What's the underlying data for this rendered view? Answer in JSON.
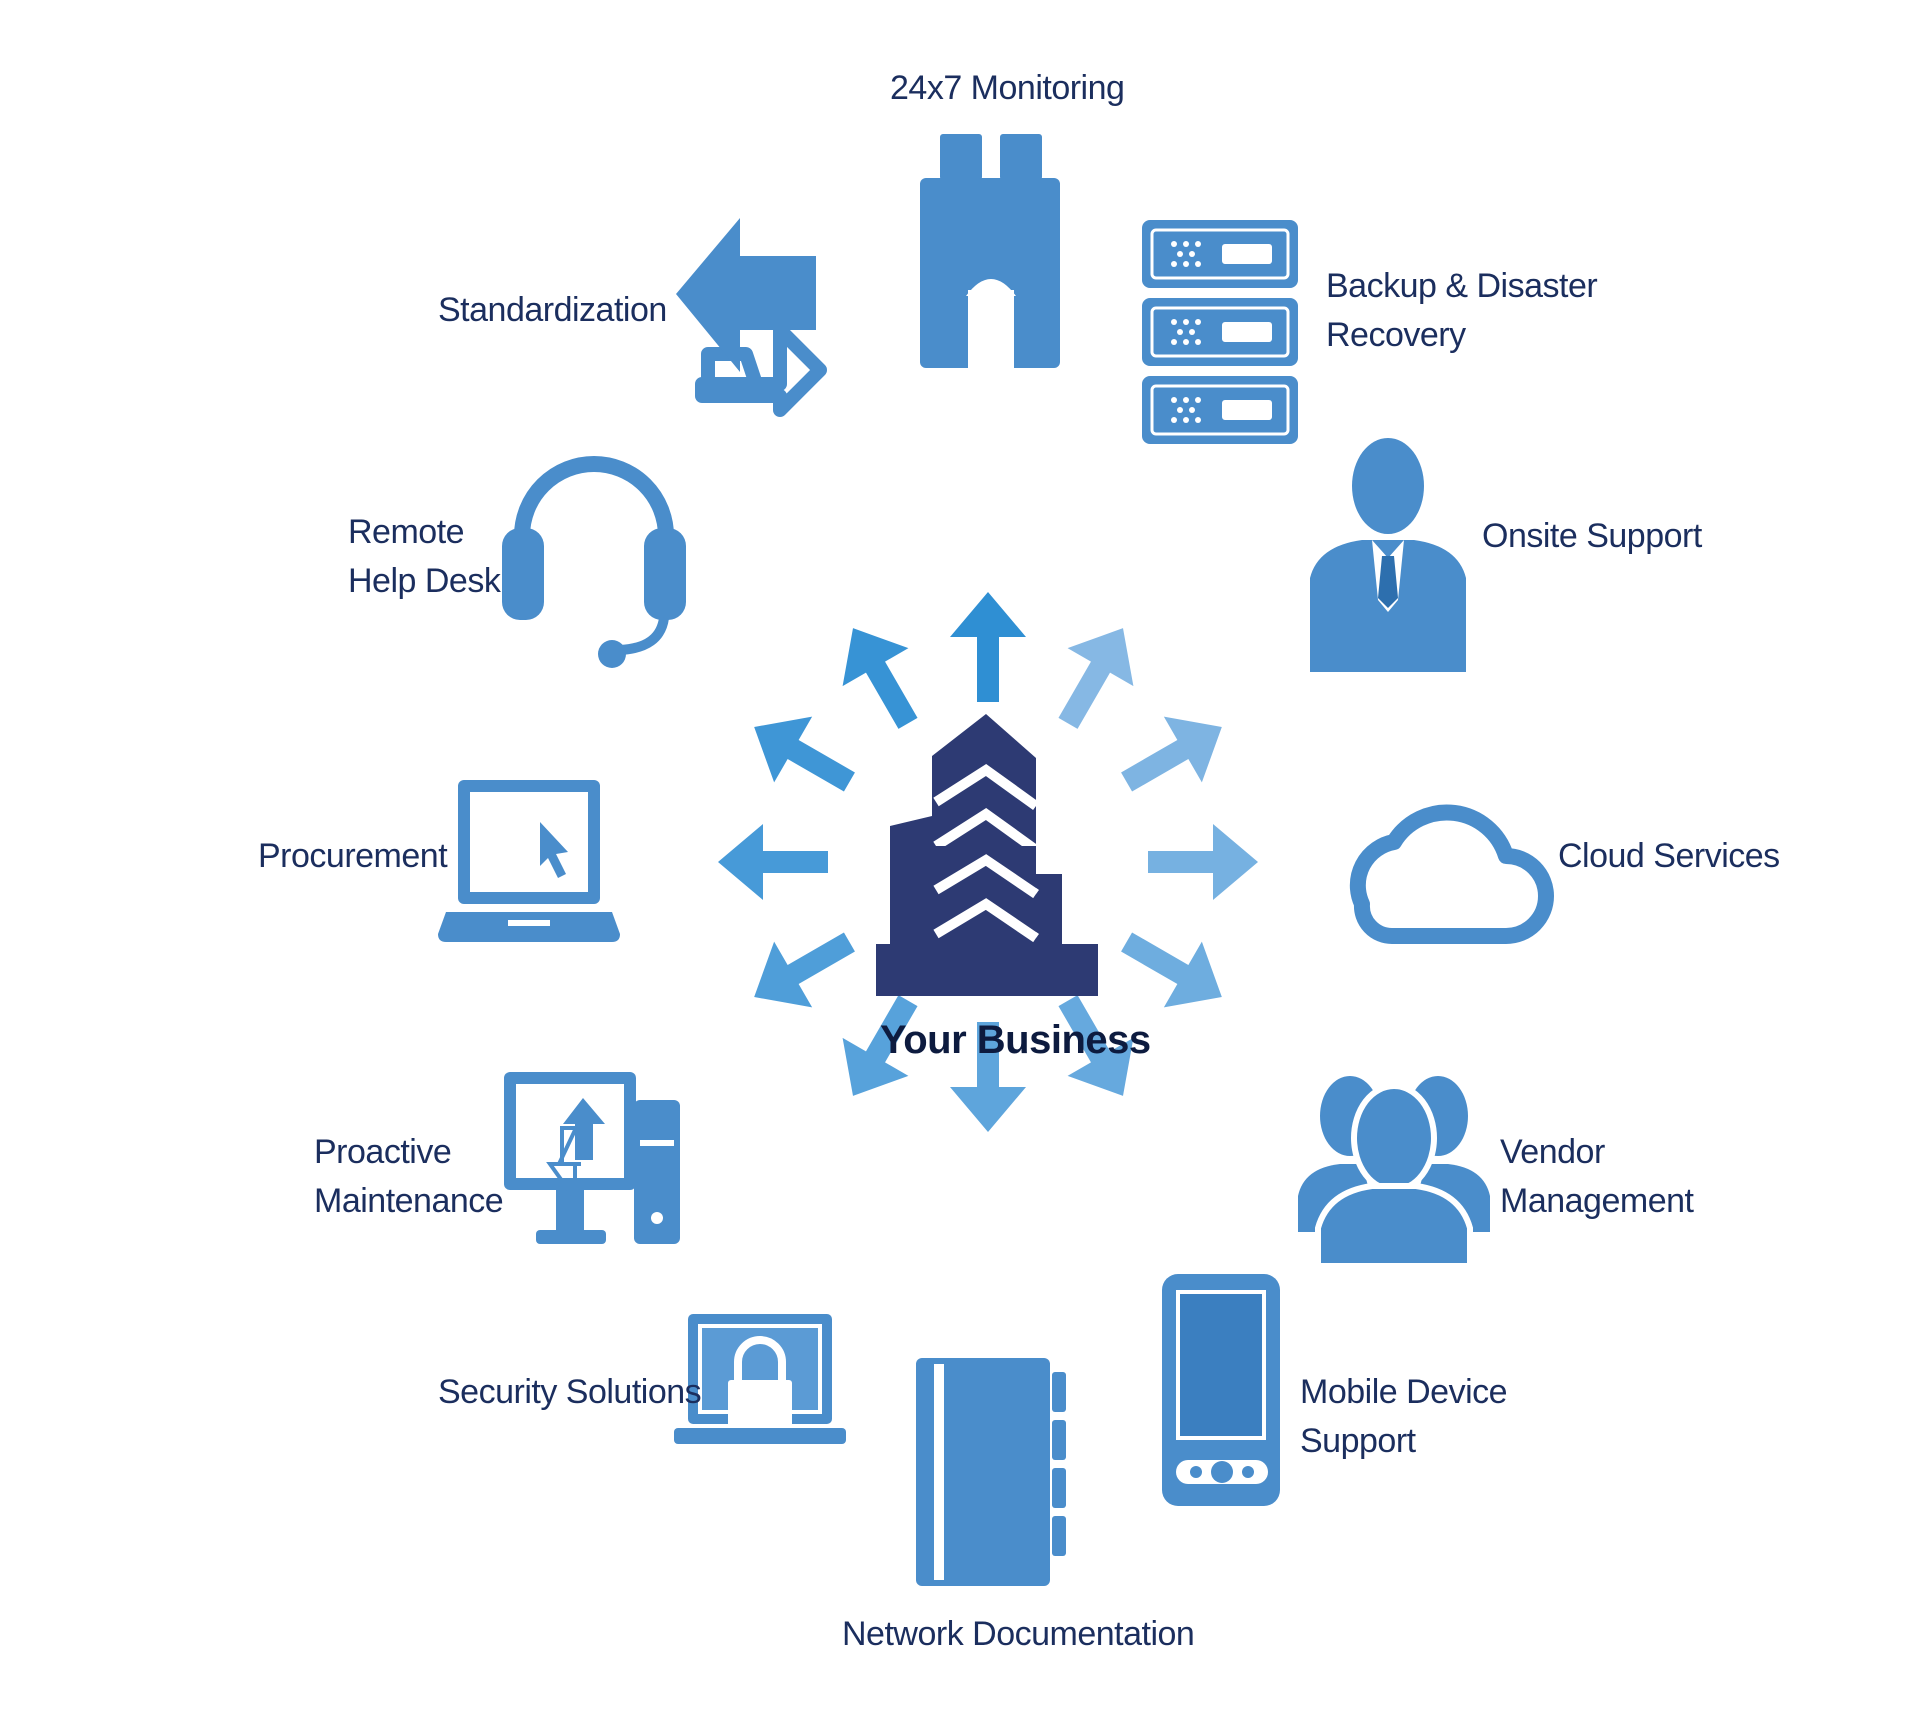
{
  "center": {
    "label": "Your Business"
  },
  "services": {
    "monitoring": {
      "lines": [
        "24x7 Monitoring"
      ],
      "icon": "binoculars-icon"
    },
    "backup": {
      "lines": [
        "Backup & Disaster",
        "Recovery"
      ],
      "icon": "server-rack-icon"
    },
    "onsite": {
      "lines": [
        "Onsite Support"
      ],
      "icon": "businessman-icon"
    },
    "cloud": {
      "lines": [
        "Cloud Services"
      ],
      "icon": "cloud-icon"
    },
    "vendor": {
      "lines": [
        "Vendor",
        "Management"
      ],
      "icon": "user-group-icon"
    },
    "mobile": {
      "lines": [
        "Mobile Device",
        "Support"
      ],
      "icon": "smartphone-icon"
    },
    "network": {
      "lines": [
        "Network Documentation"
      ],
      "icon": "notebook-icon"
    },
    "security": {
      "lines": [
        "Security Solutions"
      ],
      "icon": "laptop-lock-icon"
    },
    "proactive": {
      "lines": [
        "Proactive",
        "Maintenance"
      ],
      "icon": "desktop-sync-icon"
    },
    "procurement": {
      "lines": [
        "Procurement"
      ],
      "icon": "laptop-cursor-icon"
    },
    "remote": {
      "lines": [
        "Remote",
        "Help Desk"
      ],
      "icon": "headset-icon"
    },
    "standardization": {
      "lines": [
        "Standardization"
      ],
      "icon": "exchange-arrows-icon"
    }
  },
  "colors": {
    "icon": "#4a8dcb",
    "building": "#2d3a73",
    "label": "#1b2e5e",
    "arrow_dark": "#2f8fd3",
    "arrow_light": "#86b8e4"
  }
}
